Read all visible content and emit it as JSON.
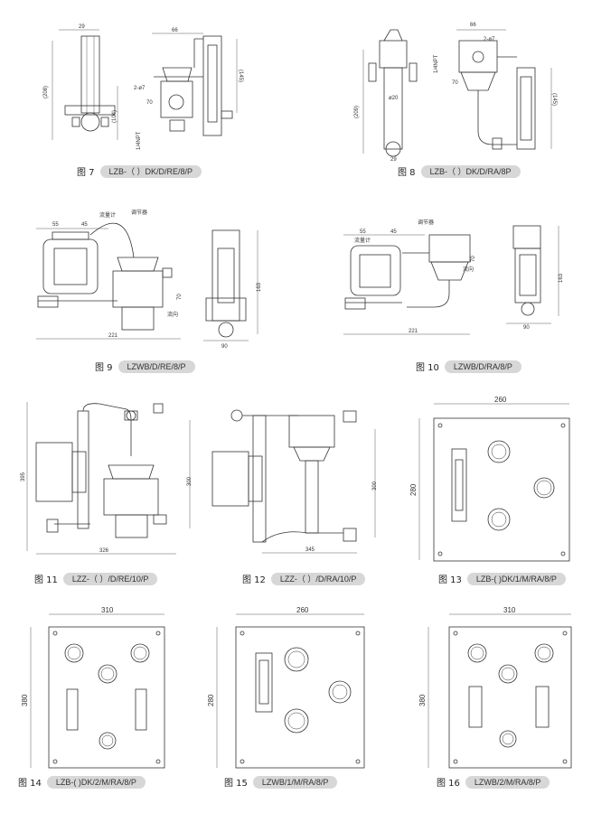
{
  "figures": [
    {
      "num": "图 7",
      "model": "LZB-（ ）DK/D/RE/8/P",
      "dims": {
        "a": "29",
        "b": "66",
        "c": "(208)",
        "d": "(104)",
        "e": "(145)",
        "f": "70",
        "g": "2-ø7",
        "h": "1/4NPT"
      }
    },
    {
      "num": "图 8",
      "model": "LZB-（ ）DK/D/RA/8P",
      "dims": {
        "a": "66",
        "b": "1/4NPT",
        "c": "2-ø7",
        "d": "(209)",
        "e": "ø20",
        "f": "(145)",
        "g": "29",
        "h": "70"
      }
    },
    {
      "num": "图 9",
      "model": "LZWB/D/RE/8/P",
      "dims": {
        "a": "55",
        "b": "45",
        "c": "221",
        "d": "90",
        "e": "163",
        "f": "70",
        "lbl1": "流量计",
        "lbl2": "调节器",
        "lbl3": "流向"
      }
    },
    {
      "num": "图 10",
      "model": "LZWB/D/RA/8/P",
      "dims": {
        "a": "55",
        "b": "45",
        "c": "221",
        "d": "90",
        "e": "163",
        "f": "70",
        "lbl1": "流量计",
        "lbl2": "调节器",
        "lbl3": "流向"
      }
    },
    {
      "num": "图 11",
      "model": "LZZ-（ ）/D/RE/10/P",
      "dims": {
        "a": "326",
        "b": "300",
        "c": "395"
      }
    },
    {
      "num": "图 12",
      "model": "LZZ-（ ）/D/RA/10/P",
      "dims": {
        "a": "345",
        "b": "300"
      }
    },
    {
      "num": "图 13",
      "model": "LZB-( )DK/1/M/RA/8/P",
      "dims": {
        "w": "260",
        "h": "280"
      }
    },
    {
      "num": "图 14",
      "model": "LZB-( )DK/2/M/RA/8/P",
      "dims": {
        "w": "310",
        "h": "380"
      }
    },
    {
      "num": "图 15",
      "model": "LZWB/1/M/RA/8/P",
      "dims": {
        "w": "260",
        "h": "280"
      }
    },
    {
      "num": "图 16",
      "model": "LZWB/2/M/RA/8/P",
      "dims": {
        "w": "310",
        "h": "380"
      }
    }
  ],
  "colors": {
    "line": "#333333",
    "pill": "#d7d7d7",
    "hatch": "#555555"
  }
}
